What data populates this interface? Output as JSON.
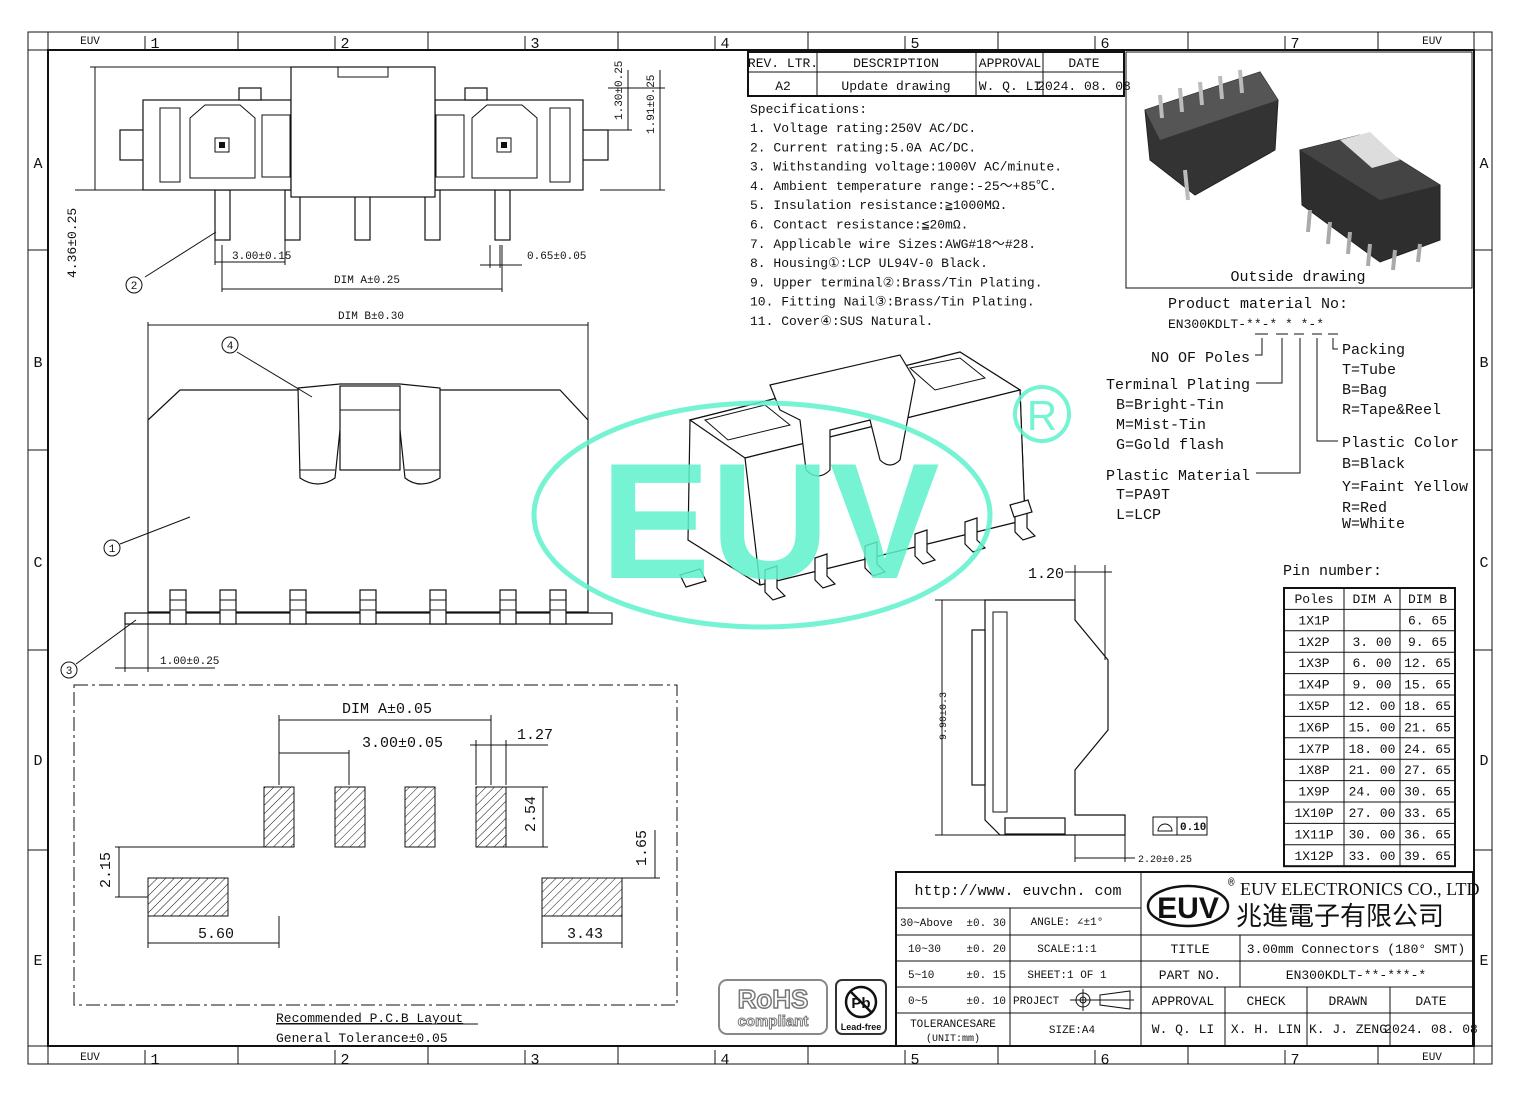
{
  "frame": {
    "zone_numbers": [
      "1",
      "2",
      "3",
      "4",
      "5",
      "6",
      "7"
    ],
    "zone_letters": [
      "A",
      "B",
      "C",
      "D",
      "E"
    ],
    "corner_brand": "EUV"
  },
  "revision": {
    "headers": [
      "REV. LTR.",
      "DESCRIPTION",
      "APPROVAL",
      "DATE"
    ],
    "row": [
      "A2",
      "Update drawing",
      "W. Q. LI",
      "2024. 08. 08"
    ]
  },
  "specifications": {
    "title": "Specifications:",
    "items": [
      "1. Voltage rating:250V AC/DC.",
      "2. Current rating:5.0A AC/DC.",
      "3. Withstanding voltage:1000V AC/minute.",
      "4. Ambient temperature range:-25～+85℃.",
      "5. Insulation resistance:≧1000MΩ.",
      "6. Contact resistance:≦20mΩ.",
      "7. Applicable wire Sizes:AWG#18～#28.",
      "8. Housing①:LCP UL94V-0 Black.",
      "9. Upper terminal②:Brass/Tin Plating.",
      "10. Fitting Nail③:Brass/Tin Plating.",
      "11. Cover④:SUS Natural."
    ]
  },
  "outside_drawing_label": "Outside drawing",
  "product_material": {
    "title": "Product material No:",
    "code": "EN300KDLT-**-* * *-*",
    "poles": "NO OF Poles",
    "terminal_plating": {
      "label": "Terminal Plating",
      "options": [
        "B=Bright-Tin",
        "M=Mist-Tin",
        "G=Gold flash"
      ]
    },
    "plastic_material": {
      "label": "Plastic Material",
      "options": [
        "T=PA9T",
        "L=LCP"
      ]
    },
    "packing": {
      "label": "Packing",
      "options": [
        "T=Tube",
        "B=Bag",
        "R=Tape&Reel"
      ]
    },
    "plastic_color": {
      "label": "Plastic Color",
      "options": [
        "B=Black",
        "Y=Faint Yellow",
        "R=Red",
        "W=White"
      ]
    }
  },
  "pin_table": {
    "title": "Pin number:",
    "headers": [
      "Poles",
      "DIM A",
      "DIM B"
    ],
    "rows": [
      [
        "1X1P",
        "",
        "6. 65"
      ],
      [
        "1X2P",
        "3. 00",
        "9. 65"
      ],
      [
        "1X3P",
        "6. 00",
        "12. 65"
      ],
      [
        "1X4P",
        "9. 00",
        "15. 65"
      ],
      [
        "1X5P",
        "12. 00",
        "18. 65"
      ],
      [
        "1X6P",
        "15. 00",
        "21. 65"
      ],
      [
        "1X7P",
        "18. 00",
        "24. 65"
      ],
      [
        "1X8P",
        "21. 00",
        "27. 65"
      ],
      [
        "1X9P",
        "24. 00",
        "30. 65"
      ],
      [
        "1X10P",
        "27. 00",
        "33. 65"
      ],
      [
        "1X11P",
        "30. 00",
        "36. 65"
      ],
      [
        "1X12P",
        "33. 00",
        "39. 65"
      ]
    ]
  },
  "dimensions": {
    "top_1": "1.30±0.25",
    "top_2": "1.91±0.25",
    "height": "4.36±0.25",
    "pitch": "3.00±0.15",
    "pin_width": "0.65±0.05",
    "dim_a": "DIM A±0.25",
    "dim_b": "DIM B±0.30",
    "nail": "1.00±0.25",
    "pcb_dim_a": "DIM A±0.05",
    "pcb_pitch": "3.00±0.05",
    "pcb_pad_w": "1.27",
    "pcb_pad_h": "2.54",
    "pcb_offset": "2.15",
    "pcb_nail_h": "1.65",
    "pcb_span": "5.60",
    "pcb_nail_w": "3.43",
    "side_1": "1.20",
    "side_h": "9.90±0.3",
    "side_2": "2.20±0.25",
    "flatness": "0.10",
    "callouts": [
      "①",
      "②",
      "③",
      "④"
    ]
  },
  "pcb_caption": "Recommended P.C.B Layout",
  "tolerance_note": "General Tolerance±0.05",
  "watermark": {
    "text": "EUV",
    "reg": "R",
    "color": "#5ef2cc"
  },
  "logos": {
    "rohs_1": "RoHS",
    "rohs_2": "compliant",
    "pb": "Pb",
    "pb_2": "Lead-free"
  },
  "title_block": {
    "website": "http://www. euvchn. com",
    "logo": "EUV",
    "company_en": "EUV ELECTRONICS CO., LTD",
    "company_cn": "兆進電子有限公司",
    "tol_rows": [
      [
        "30~Above",
        "±0. 30"
      ],
      [
        "10~30",
        "±0. 20"
      ],
      [
        "5~10",
        "±0. 15"
      ],
      [
        "0~5",
        "±0. 10"
      ]
    ],
    "angle": "ANGLE: ∠±1°",
    "scale": "SCALE:1:1",
    "sheet": "SHEET:1 OF 1",
    "project": "PROJECT",
    "tolerances_1": "TOLERANCESARE",
    "tolerances_2": "(UNIT:mm)",
    "size": "SIZE:A4",
    "title_label": "TITLE",
    "title_value": "3.00mm Connectors (180° SMT)",
    "part_label": "PART NO.",
    "part_value": "EN300KDLT-**-***-*",
    "sign_headers": [
      "APPROVAL",
      "CHECK",
      "DRAWN",
      "DATE"
    ],
    "sign_values": [
      "W. Q. LI",
      "X. H. LIN",
      "K. J. ZENG",
      "2024. 08. 08"
    ]
  }
}
